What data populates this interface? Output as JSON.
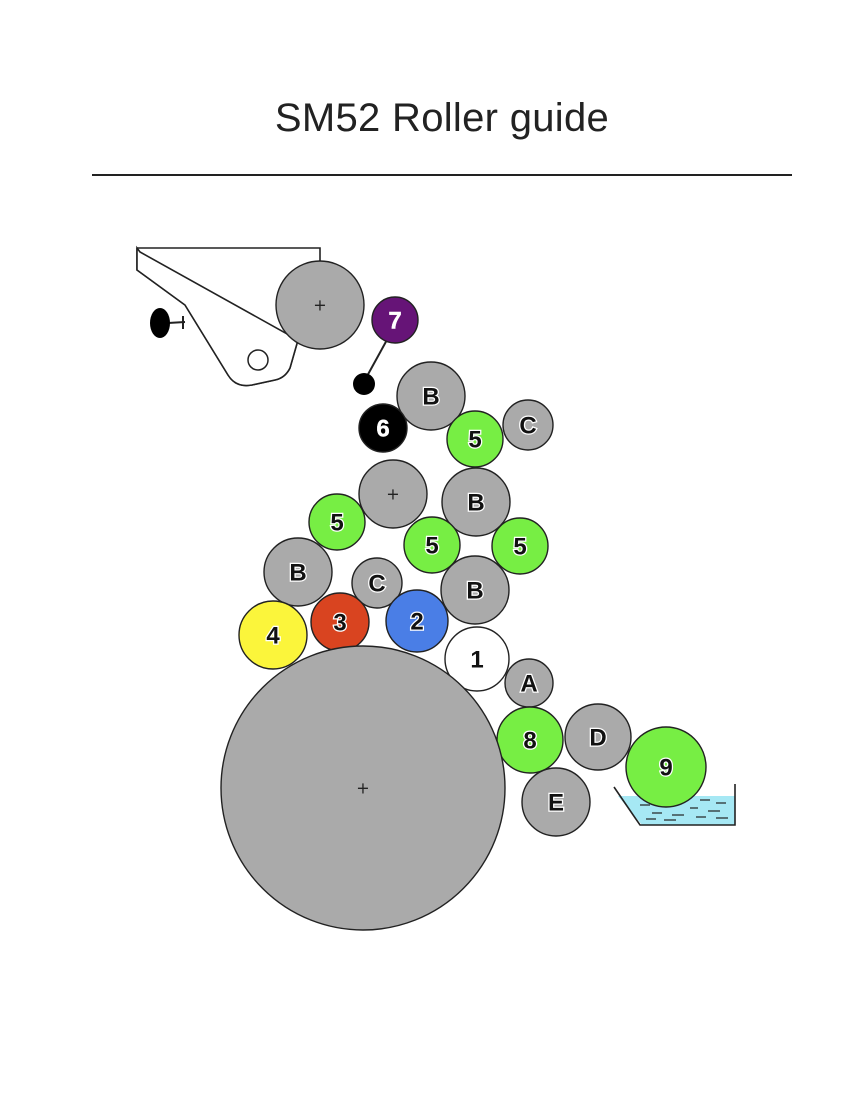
{
  "title": "SM52 Roller guide",
  "colors": {
    "grey": "#aaaaaa",
    "green": "#77ee44",
    "purple": "#661477",
    "black": "#000000",
    "yellow": "#fbf53b",
    "red": "#d94420",
    "blue": "#4a7ee6",
    "white": "#ffffff",
    "water": "#a6e8f4",
    "outline": "#222222"
  },
  "center_mark": "+",
  "rollers": [
    {
      "id": "drum-top",
      "label": "",
      "fill": "grey"
    },
    {
      "id": "roller-7",
      "label": "7",
      "fill": "purple"
    },
    {
      "id": "roller-b-1",
      "label": "B",
      "fill": "grey"
    },
    {
      "id": "roller-6",
      "label": "6",
      "fill": "black"
    },
    {
      "id": "roller-5-1",
      "label": "5",
      "fill": "green"
    },
    {
      "id": "roller-c-1",
      "label": "C",
      "fill": "grey"
    },
    {
      "id": "drum-mid",
      "label": "",
      "fill": "grey"
    },
    {
      "id": "roller-5-2",
      "label": "5",
      "fill": "green"
    },
    {
      "id": "roller-b-2",
      "label": "B",
      "fill": "grey"
    },
    {
      "id": "roller-5-3",
      "label": "5",
      "fill": "green"
    },
    {
      "id": "roller-5-4",
      "label": "5",
      "fill": "green"
    },
    {
      "id": "roller-b-3",
      "label": "B",
      "fill": "grey"
    },
    {
      "id": "roller-c-2",
      "label": "C",
      "fill": "grey"
    },
    {
      "id": "roller-b-4",
      "label": "B",
      "fill": "grey"
    },
    {
      "id": "roller-4",
      "label": "4",
      "fill": "yellow"
    },
    {
      "id": "roller-3",
      "label": "3",
      "fill": "red"
    },
    {
      "id": "roller-2",
      "label": "2",
      "fill": "blue"
    },
    {
      "id": "roller-1",
      "label": "1",
      "fill": "white"
    },
    {
      "id": "roller-a",
      "label": "A",
      "fill": "grey"
    },
    {
      "id": "roller-8",
      "label": "8",
      "fill": "green"
    },
    {
      "id": "roller-d",
      "label": "D",
      "fill": "grey"
    },
    {
      "id": "roller-9",
      "label": "9",
      "fill": "green"
    },
    {
      "id": "roller-e",
      "label": "E",
      "fill": "grey"
    },
    {
      "id": "plate-cylinder",
      "label": "",
      "fill": "grey"
    }
  ]
}
